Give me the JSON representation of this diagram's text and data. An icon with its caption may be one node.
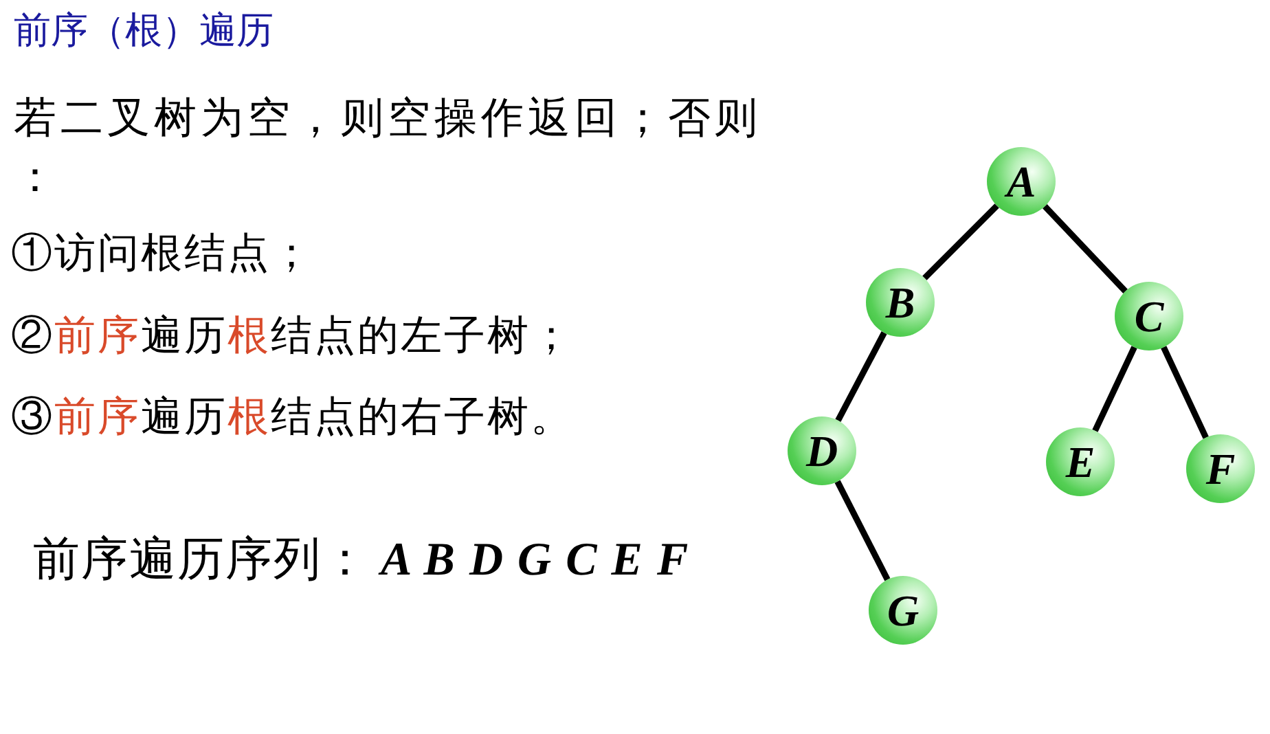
{
  "diagram": {
    "title": "前序（根）遍历",
    "nodes": [
      {
        "text": [
          "A"
        ]
      },
      {
        "text": [
          "B"
        ]
      },
      {
        "text": [
          "C"
        ]
      },
      {
        "text": [
          "D"
        ]
      },
      {
        "text": [
          "E"
        ]
      },
      {
        "text": [
          "F"
        ]
      },
      {
        "text": [
          "G"
        ]
      }
    ],
    "edges": [
      {
        "from": 0,
        "to": 1,
        "arrow": "none"
      },
      {
        "from": 0,
        "to": 2,
        "arrow": "none"
      },
      {
        "from": 1,
        "to": 3,
        "arrow": "none"
      },
      {
        "from": 3,
        "to": 6,
        "arrow": "none"
      },
      {
        "from": 2,
        "to": 4,
        "arrow": "none"
      },
      {
        "from": 2,
        "to": 5,
        "arrow": "none"
      }
    ],
    "labels": [
      "若二叉树为空，则空操作返回；否则：",
      "①访问根结点；",
      "②**前序**遍历**根**结点的左子树；",
      "③**前序**遍历**根**结点的右子树。",
      "前序遍历序列：**A B D G C E F**"
    ]
  }
}
